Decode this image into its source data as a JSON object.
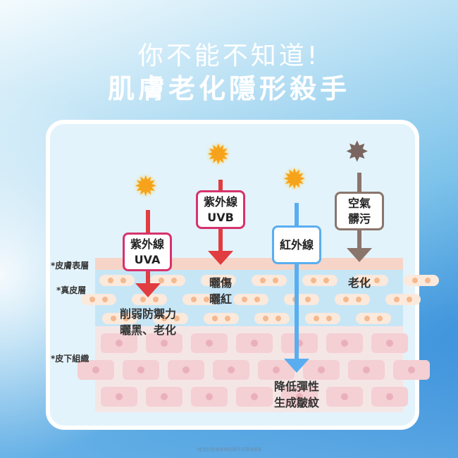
{
  "title": {
    "line1": "你不能不知道!",
    "line2": "肌膚老化隱形殺手"
  },
  "layers": {
    "epidermis": "*皮膚表層",
    "dermis": "*真皮層",
    "subcutis": "*皮下組織"
  },
  "sources": [
    {
      "label_line1": "紫外線",
      "label_line2": "UVA",
      "color": "#e13c3f",
      "border": "#d6336c",
      "icon": "sun-icon",
      "effect_line1": "削弱防禦力",
      "effect_line2": "曬黑、老化"
    },
    {
      "label_line1": "紫外線",
      "label_line2": "UVB",
      "color": "#e13c3f",
      "border": "#d6336c",
      "icon": "sun-icon",
      "effect_line1": "曬傷",
      "effect_line2": "曬紅"
    },
    {
      "label_line1": "紅外線",
      "label_line2": "",
      "color": "#5aaef0",
      "border": "#5aaef0",
      "icon": "sun-icon",
      "effect_line1": "降低彈性",
      "effect_line2": "生成皺紋"
    },
    {
      "label_line1": "空氣",
      "label_line2": "髒污",
      "color": "#8a756c",
      "border": "#8a756c",
      "icon": "pollution-icon",
      "effect_line1": "老化",
      "effect_line2": ""
    }
  ],
  "footnote": "*產品於肌膚表面抵禦外部環境傷害"
}
